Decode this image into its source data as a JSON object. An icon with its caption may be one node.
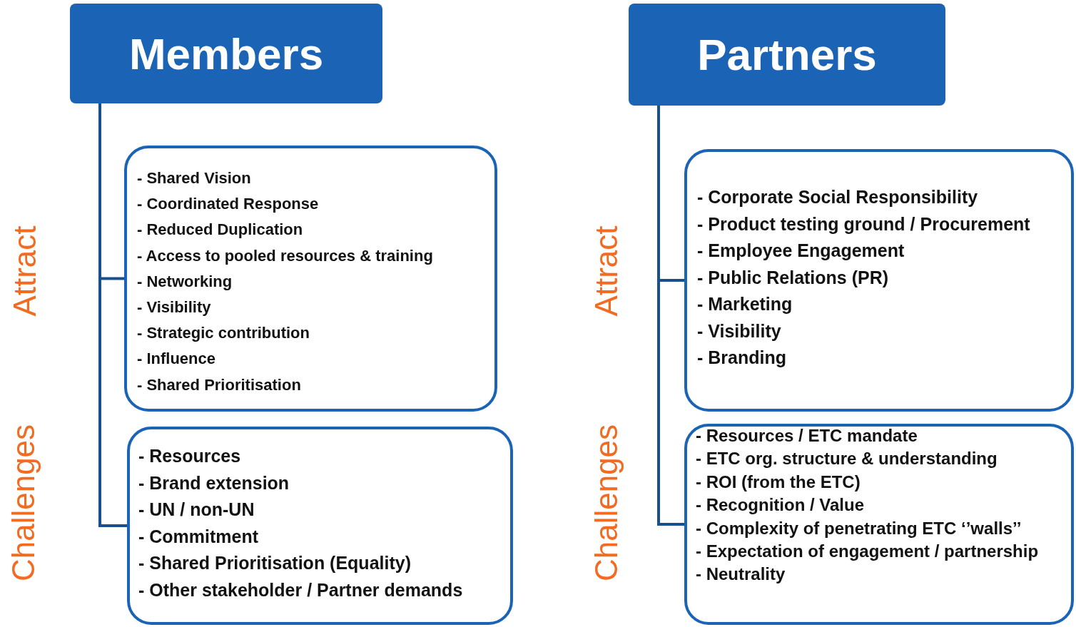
{
  "diagram": {
    "nodes": [
      {
        "text": [
          "Members"
        ]
      },
      {
        "text": [
          "- Shared Vision",
          "- Coordinated Response",
          "- Reduced Duplication",
          "- Access to pooled resources & training",
          "- Networking",
          "- Visibility",
          "- Strategic contribution",
          "- Influence",
          "- Shared Prioritisation"
        ]
      },
      {
        "text": [
          "- Resources",
          "- Brand extension",
          "- UN / non-UN",
          "- Commitment",
          "- Shared Prioritisation (Equality)",
          "- Other stakeholder / Partner demands"
        ]
      },
      {
        "text": [
          "Partners"
        ]
      },
      {
        "text": [
          "- Corporate Social Responsibility",
          "- Product testing ground / Procurement",
          "- Employee Engagement",
          "- Public Relations (PR)",
          "- Marketing",
          "- Visibility",
          "- Branding"
        ]
      },
      {
        "text": [
          "- Resources / ETC mandate",
          "- ETC org. structure & understanding",
          "- ROI (from the ETC)",
          "- Recognition / Value",
          "- Complexity of penetrating ETC ‘’walls’’",
          "- Expectation of engagement / partnership",
          "- Neutrality"
        ]
      }
    ],
    "edges": [
      {
        "from": 0,
        "to": 1,
        "arrow": "none"
      },
      {
        "from": 0,
        "to": 2,
        "arrow": "none"
      },
      {
        "from": 3,
        "to": 4,
        "arrow": "none"
      },
      {
        "from": 3,
        "to": 5,
        "arrow": "none"
      }
    ],
    "labels": [
      "Attract",
      "Challenges",
      "Attract",
      "Challenges"
    ]
  }
}
